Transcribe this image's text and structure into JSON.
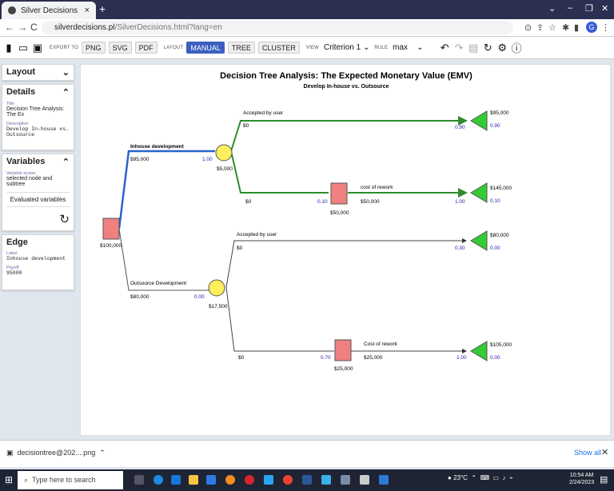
{
  "browser": {
    "tab_title": "Silver Decisions",
    "url_host": "silverdecisions.pl",
    "url_path": "/SilverDecisions.html?lang=en"
  },
  "toolbar": {
    "export_label": "EXPORT TO",
    "png": "PNG",
    "svg": "SVG",
    "pdf": "PDF",
    "layout_label": "LAYOUT",
    "manual": "MANUAL",
    "tree": "TREE",
    "cluster": "CLUSTER",
    "view_label": "VIEW",
    "view_value": "Criterion 1",
    "rule_label": "RULE",
    "rule_value": "max"
  },
  "sidebar": {
    "layout": {
      "title": "Layout"
    },
    "details": {
      "title": "Details",
      "title_label": "Title",
      "title_value": "Decision Tree Analysis: The Ex",
      "desc_label": "Description",
      "desc_value_1": "Develop In-house vs.",
      "desc_value_2": "Outsource"
    },
    "variables": {
      "title": "Variables",
      "scope_label": "Variable scope:",
      "scope_value": "selected node and subtree",
      "evaluated": "Evaluated variables"
    },
    "edge": {
      "title": "Edge",
      "label_label": "Label",
      "label_value": "Inhouse development",
      "payoff_label": "Payoff",
      "payoff_value": "95000"
    }
  },
  "tree": {
    "title": "Decision Tree Analysis: The Expected Monetary Value (EMV)",
    "subtitle": "Develop In-house vs. Outsource",
    "root_value": "$100,000",
    "branch_in_label": "Inhouse development",
    "branch_in_payoff": "$95,000",
    "branch_in_prob": "1.00",
    "chance1_value": "$5,000",
    "b1_label": "Accepted by user",
    "b1_payoff": "$0",
    "b1_prob": "0.90",
    "t1_payoff": "$95,000",
    "t1_prob": "0.90",
    "b2_payoff": "$0",
    "b2_prob": "0.10",
    "dec2_value": "$50,000",
    "b2b_label": "cost of rework",
    "b2b_payoff": "$50,000",
    "b2b_prob": "1.00",
    "t2_payoff": "$145,000",
    "t2_prob": "0.10",
    "branch_out_label": "Outsource Development",
    "branch_out_payoff": "$80,000",
    "branch_out_prob": "0.00",
    "chance2_value": "$17,500",
    "b3_label": "Accepted by user",
    "b3_payoff": "$0",
    "b3_prob": "0.30",
    "t3_payoff": "$80,000",
    "t3_prob": "0.00",
    "b4_payoff": "$0",
    "b4_prob": "0.70",
    "dec3_value": "$25,000",
    "b4b_label": "Cost of rework",
    "b4b_payoff": "$25,000",
    "b4b_prob": "1.00",
    "t4_payoff": "$105,000",
    "t4_prob": "0.00"
  },
  "colors": {
    "optimal": "#2e8b2e",
    "selected": "#2b62c8",
    "decision": "#f08080",
    "chance": "#ffef5c",
    "terminal": "#33cc33"
  },
  "downloads": {
    "file": "decisiontree@202....png",
    "show_all": "Show all"
  },
  "taskbar": {
    "search_placeholder": "Type here to search",
    "weather": "23°C",
    "time": "10:54 AM",
    "date": "2/24/2023"
  }
}
